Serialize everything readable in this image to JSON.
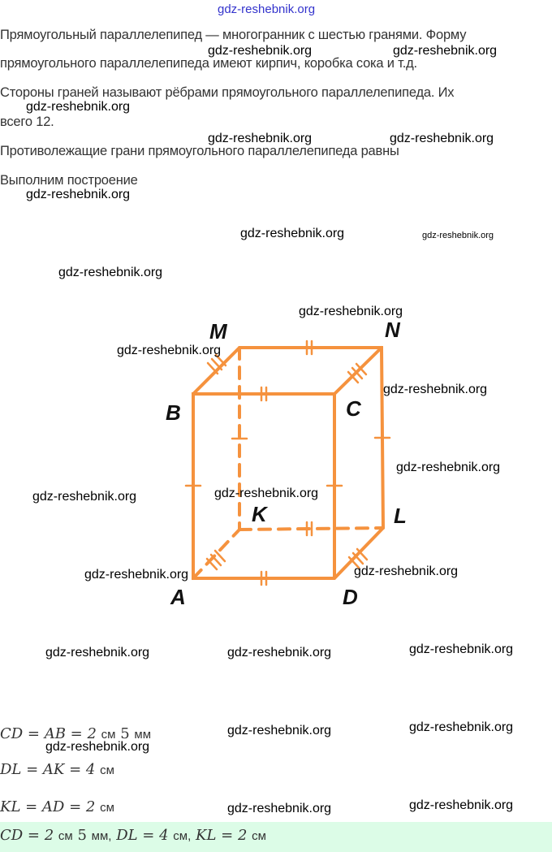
{
  "watermark": "gdz-reshebnik.org",
  "paragraphs": [
    "Прямоугольный параллелепипед — многогранник с шестью гранями. Форму",
    "прямоугольного параллелепипеда имеют кирпич, коробка сока и т.д.",
    "Стороны граней называют рёбрами прямоугольного параллелепипеда. Их",
    "всего 12.",
    "Противолежащие грани прямоугольного параллелепипеда равны",
    "Выполним построение"
  ],
  "figure": {
    "labels": {
      "A": "A",
      "B": "B",
      "C": "C",
      "D": "D",
      "K": "K",
      "L": "L",
      "M": "M",
      "N": "N"
    },
    "color": "#f5923e"
  },
  "math": [
    {
      "expr": "CD = AB = 2",
      "u1": "см",
      "n2": "5",
      "u2": "мм"
    },
    {
      "expr": "DL = AK = 4",
      "u1": "см"
    },
    {
      "expr": "KL = AD = 2",
      "u1": "см"
    }
  ],
  "answer": {
    "p1": "CD = 2",
    "u1": "см",
    "p2": "5",
    "u2": "мм,",
    "p3": "DL = 4",
    "u3": "см,",
    "p4": "KL = 2",
    "u4": "см"
  },
  "answer_bg": "#dcfce7"
}
